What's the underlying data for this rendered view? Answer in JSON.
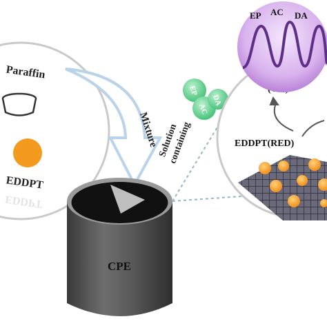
{
  "labels": {
    "paraffin": "Paraffin",
    "eddpt": "EDDPT",
    "mixture": "Mixture",
    "solution_line1": "Solution",
    "solution_line2": "containing",
    "cpe": "CPE",
    "eddpt_red": "EDDPT(RED)",
    "ox": "(OX)"
  },
  "analytes": {
    "ep": "EP",
    "ac": "AC",
    "da": "DA"
  },
  "peaks": {
    "ep": "EP",
    "ac": "AC",
    "da": "DA"
  },
  "colors": {
    "orange": "#f39a1e",
    "purple": "#c78fe0",
    "green": "#58c987",
    "arrow": "#b9d3ea",
    "cylinder": "#5c5c5c",
    "dashed": "#8fb8c6"
  }
}
